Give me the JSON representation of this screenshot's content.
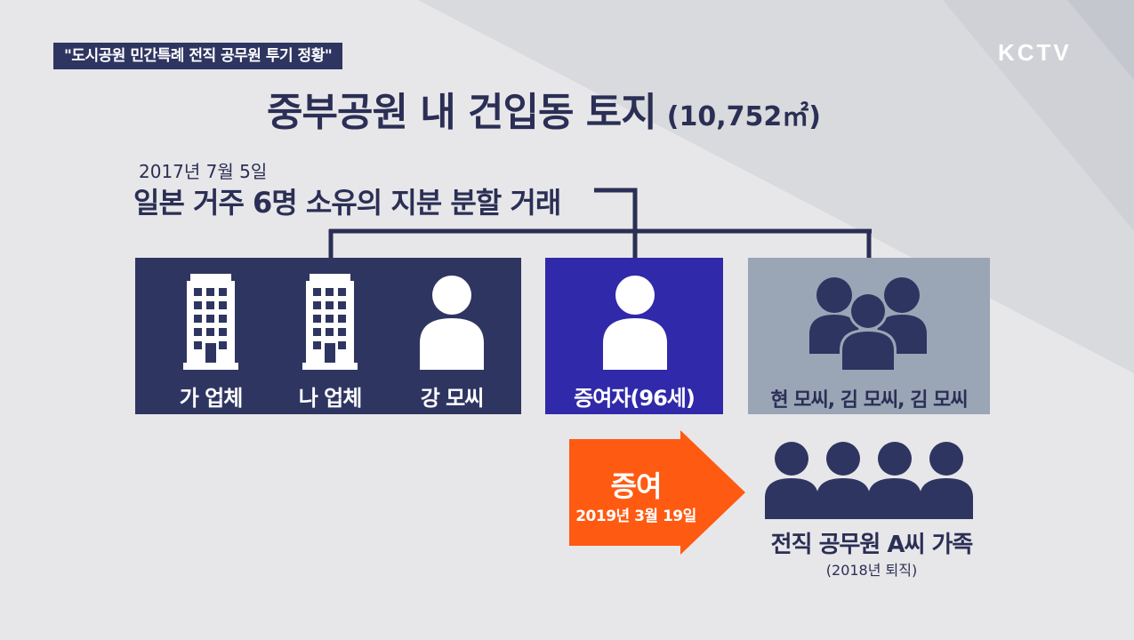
{
  "caption": "\"도시공원 민간특례 전직 공무원 투기 정황\"",
  "logo": "KCTV",
  "title": {
    "main": "중부공원 내 건입동 토지",
    "area": "(10,752㎡)"
  },
  "transaction": {
    "date": "2017년 7월 5일",
    "description": "일본 거주 6명 소유의 지분 분할 거래"
  },
  "owners": [
    {
      "label": "가 업체",
      "icon": "building-icon"
    },
    {
      "label": "나 업체",
      "icon": "building-icon"
    },
    {
      "label": "강 모씨",
      "icon": "person-icon"
    },
    {
      "label": "증여자(96세)",
      "icon": "person-icon"
    },
    {
      "label": "현 모씨, 김 모씨, 김 모씨",
      "icon": "group-icon"
    }
  ],
  "gift": {
    "label": "증여",
    "date": "2019년 3월 19일"
  },
  "recipient": {
    "label": "전직 공무원 A씨 가족",
    "sub": "(2018년 퇴직)",
    "icon": "family-group-icon"
  },
  "colors": {
    "navy": "#2f3561",
    "purple": "#3029a9",
    "grey_box": "#9aa5b6",
    "orange": "#ff5a12",
    "background": "#e7e7e9"
  }
}
